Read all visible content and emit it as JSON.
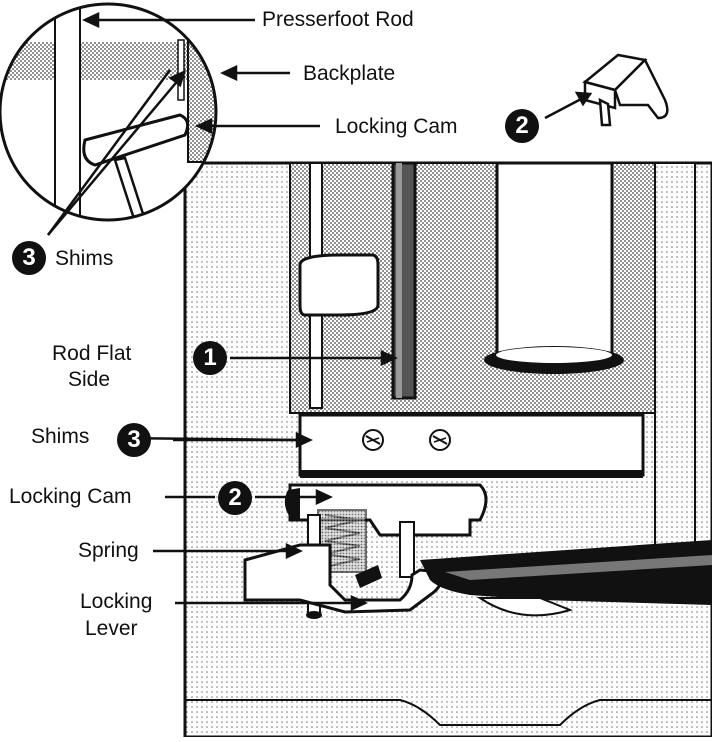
{
  "diagram": {
    "labels": {
      "presserfoot_rod": "Presserfoot Rod",
      "backplate": "Backplate",
      "locking_cam_top": "Locking Cam",
      "shims_inset": "Shims",
      "rod_flat_side_line1": "Rod Flat",
      "rod_flat_side_line2": "Side",
      "shims": "Shims",
      "locking_cam": "Locking Cam",
      "spring": "Spring",
      "locking_lever_line1": "Locking",
      "locking_lever_line2": "Lever"
    },
    "callouts": {
      "rod_flat_side": "1",
      "locking_cam": "2",
      "locking_cam_top": "2",
      "shims": "3",
      "shims_inset": "3"
    }
  }
}
